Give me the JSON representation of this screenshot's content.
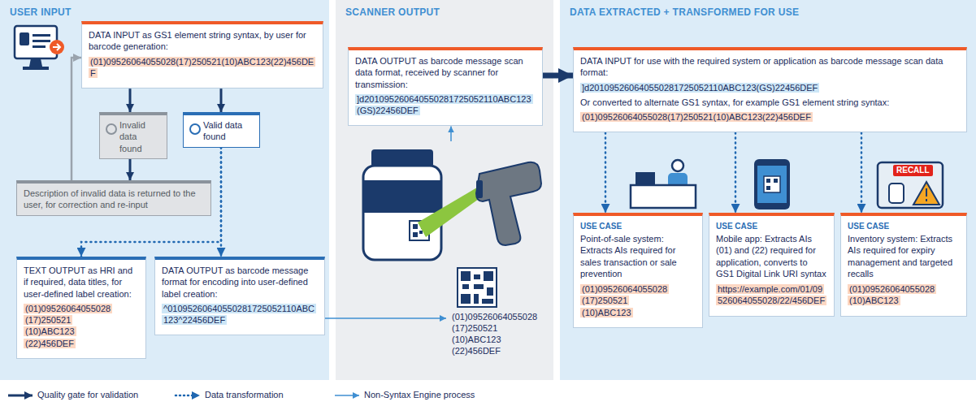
{
  "diagram": {
    "nodes": [
      {
        "text": [
          "USER INPUT"
        ]
      },
      {
        "text": [
          "DATA INPUT as GS1 element string syntax, by user for barcode generation:",
          "(01)09526064055028(17)250521(10)ABC123(22)456DEF"
        ],
        "in": 0
      },
      {
        "text": [
          "Invalid data found"
        ],
        "in": 0
      },
      {
        "text": [
          "Valid data found"
        ],
        "in": 0
      },
      {
        "text": [
          "Description of invalid data is returned to the user, for correction and re-input"
        ],
        "in": 0
      },
      {
        "text": [
          "TEXT OUTPUT as HRI and if required, data titles, for user-defined label creation:",
          "(01)09526064055028 (17)250521 (10)ABC123 (22)456DEF"
        ],
        "in": 0
      },
      {
        "text": [
          "DATA OUTPUT as barcode message format for encoding into user-defined label creation:",
          "^01095260640550281725052110ABC123^22456DEF"
        ],
        "in": 0
      },
      {
        "text": [
          "SCANNER OUTPUT"
        ]
      },
      {
        "text": [
          "DATA OUTPUT as barcode message scan data format, received by scanner for transmission:",
          "]d201095260640550281725052110ABC123(GS)22456DEF"
        ],
        "in": 7
      },
      {
        "text": [
          "DATA EXTRACTED + TRANSFORMED FOR USE"
        ]
      },
      {
        "text": [
          "DATA INPUT for use with the required system or application as barcode message scan data format:",
          "]d201095260640550281725052110ABC123(GS)22456DEF",
          "Or converted to alternate GS1 syntax, for example GS1 element string syntax:",
          "(01)09526064055028(17)250521(10)ABC123(22)456DEF"
        ],
        "in": 9
      },
      {
        "text": [
          "USE CASE",
          "Point-of-sale system: Extracts AIs required for sales transaction or sale prevention",
          "(01)09526064055028 (17)250521 (10)ABC123"
        ],
        "in": 9
      },
      {
        "text": [
          "USE CASE",
          "Mobile app: Extracts AIs (01) and (22) required for application, converts to GS1 Digital Link URI syntax",
          "https://example.com/01/09526064055028/22/456DEF"
        ],
        "in": 9
      },
      {
        "text": [
          "USE CASE",
          "Inventory system: Extracts AIs required for expiry management and targeted recalls",
          "(01)09526064055028 (10)ABC123"
        ],
        "in": 9
      }
    ],
    "edges": [
      {
        "from": 1,
        "to": 2,
        "arrow": "to"
      },
      {
        "from": 1,
        "to": 3,
        "arrow": "to"
      },
      {
        "from": 2,
        "to": 4,
        "arrow": "to"
      },
      {
        "from": 4,
        "to": 1,
        "arrow": "to"
      },
      {
        "from": 3,
        "to": 5,
        "arrow": "to"
      },
      {
        "from": 3,
        "to": 6,
        "arrow": "to"
      },
      {
        "from": 8,
        "to": 10,
        "arrow": "to"
      },
      {
        "from": 10,
        "to": 11,
        "arrow": "to"
      },
      {
        "from": 10,
        "to": 12,
        "arrow": "to"
      },
      {
        "from": 10,
        "to": 13,
        "arrow": "to"
      }
    ],
    "labels": [
      "(01)09526064055028",
      "(17)250521",
      "(10)ABC123",
      "(22)456DEF",
      "RECALL"
    ],
    "legend": [
      {
        "text": "Quality gate for validation"
      },
      {
        "text": "Data transformation"
      },
      {
        "text": "Non-Syntax Engine process"
      }
    ]
  }
}
